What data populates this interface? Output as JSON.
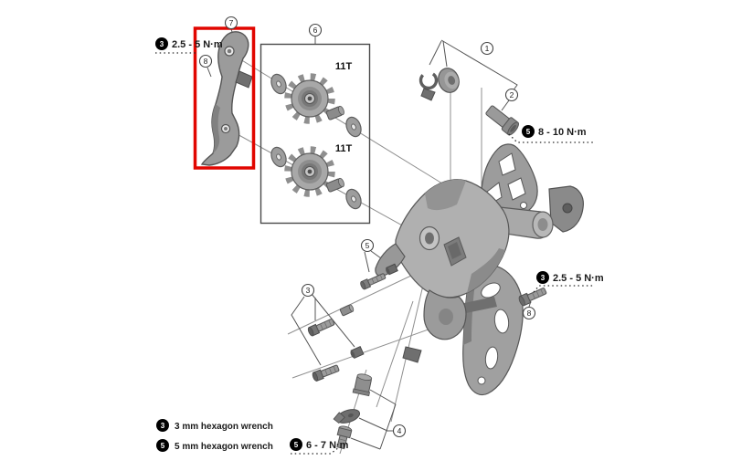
{
  "diagram": {
    "description": "Rear derailleur exploded parts view",
    "highlight_color": "#e10600",
    "pulley_box": {
      "top_pulley_label": "11T",
      "bottom_pulley_label": "11T"
    }
  },
  "callouts": {
    "c1": "1",
    "c2": "2",
    "c3": "3",
    "c4": "4",
    "c5": "5",
    "c6": "6",
    "c7": "7",
    "c8_plate": "8",
    "c8_bolt": "8"
  },
  "torque_labels": {
    "plate_screw": {
      "tool": "3",
      "value": "2.5 - 5 N·m"
    },
    "bracket_axle": {
      "tool": "5",
      "value": "8 - 10 N·m"
    },
    "b_adjust_screw": {
      "tool": "3",
      "value": "2.5 - 5 N·m"
    },
    "cable_fixing_bolt": {
      "tool": "5",
      "value": "6 - 7 N·m"
    }
  },
  "legend": {
    "wrench_3mm": {
      "tool": "3",
      "text": "3 mm hexagon wrench"
    },
    "wrench_5mm": {
      "tool": "5",
      "text": "5 mm hexagon wrench"
    }
  }
}
